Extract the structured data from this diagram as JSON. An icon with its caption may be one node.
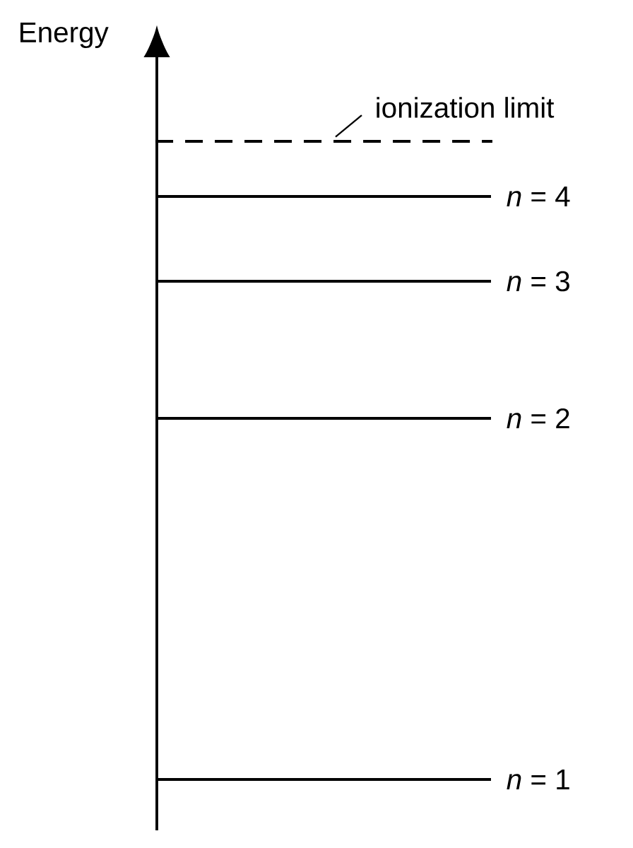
{
  "diagram": {
    "nodes": [
      {
        "text": [
          "ionization limit"
        ]
      },
      {
        "text": [],
        "shape": "line"
      }
    ],
    "edges": [
      {
        "from": 0,
        "to": 1,
        "arrow": "none"
      }
    ],
    "labels": [
      "Energy",
      "*n* = 4",
      "*n* = 3",
      "*n* = 2",
      "*n* = 1"
    ]
  }
}
